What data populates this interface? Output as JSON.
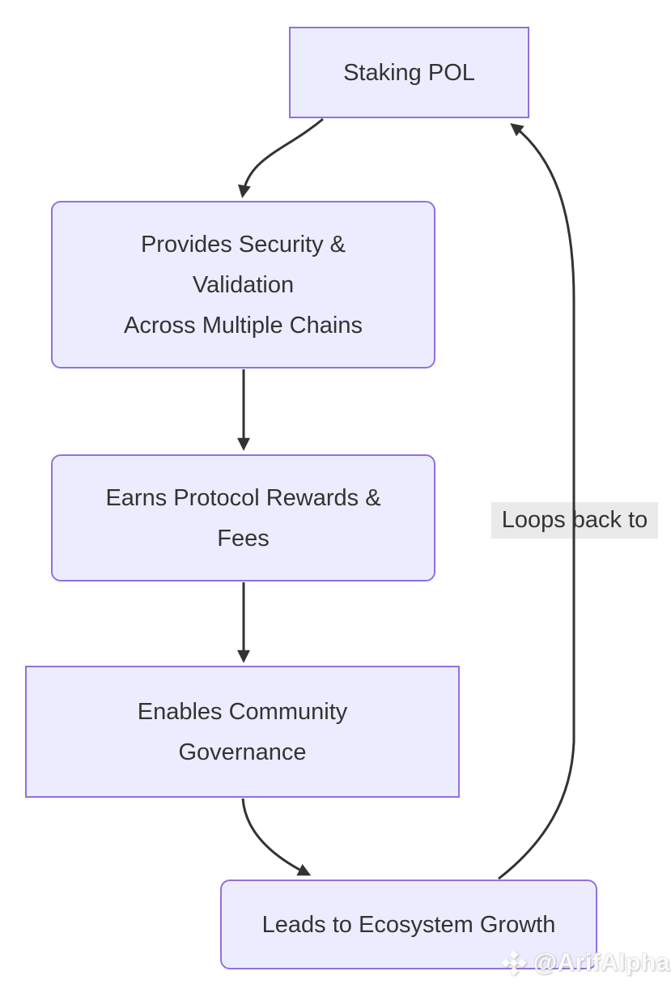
{
  "diagram": {
    "type": "flowchart",
    "direction": "top-down",
    "nodes": [
      {
        "id": "staking-pol",
        "shape": "rectangle",
        "lines": [
          "Staking POL"
        ]
      },
      {
        "id": "provides-security",
        "shape": "rounded",
        "lines": [
          "Provides Security &",
          "Validation",
          "Across Multiple Chains"
        ]
      },
      {
        "id": "earns-rewards",
        "shape": "rounded",
        "lines": [
          "Earns Protocol Rewards &",
          "Fees"
        ]
      },
      {
        "id": "enables-governance",
        "shape": "rectangle",
        "lines": [
          "Enables Community",
          "Governance"
        ]
      },
      {
        "id": "ecosystem-growth",
        "shape": "rounded",
        "lines": [
          "Leads to Ecosystem Growth"
        ]
      }
    ],
    "edges": [
      {
        "from": "staking-pol",
        "to": "provides-security",
        "label": ""
      },
      {
        "from": "provides-security",
        "to": "earns-rewards",
        "label": ""
      },
      {
        "from": "earns-rewards",
        "to": "enables-governance",
        "label": ""
      },
      {
        "from": "enables-governance",
        "to": "ecosystem-growth",
        "label": ""
      },
      {
        "from": "ecosystem-growth",
        "to": "staking-pol",
        "label": "Loops back to"
      }
    ],
    "colors": {
      "node-fill": "#ECECFF",
      "node-border": "#9370DB",
      "node-text": "#333333",
      "edge-stroke": "#333333",
      "edge-label-bg": "#e8e8e8",
      "edge-label-text": "#333333",
      "background": "#ffffff"
    }
  },
  "watermark": {
    "handle": "@ArifAlpha",
    "logo": "bnb-diamond-icon"
  }
}
